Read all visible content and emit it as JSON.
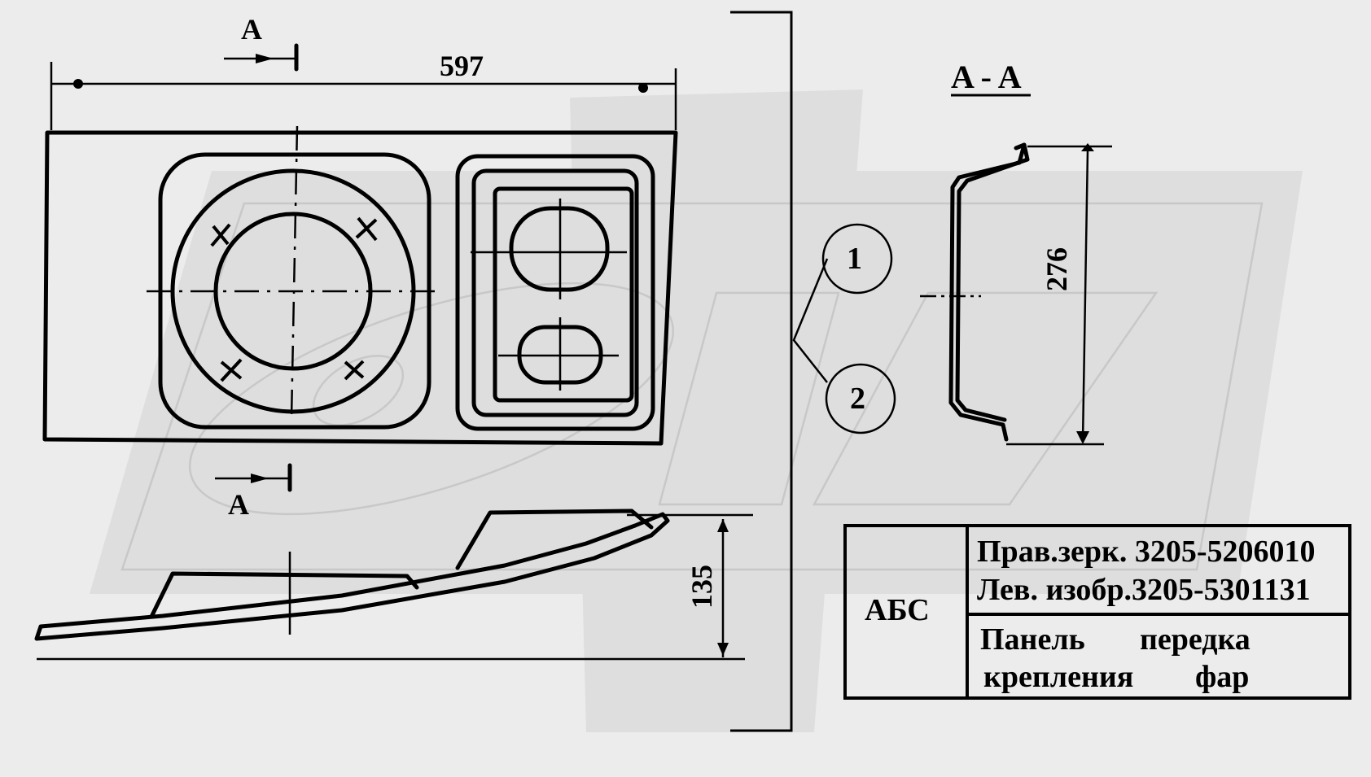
{
  "section_marks": {
    "top": "A",
    "bottom": "A",
    "section_title": "A - A"
  },
  "dimensions": {
    "width": "597",
    "depth": "135",
    "section_height": "276"
  },
  "callouts": {
    "one": "1",
    "two": "2"
  },
  "title_block": {
    "code": "АБС",
    "line1": "Прав.зерк. 3205-5206010",
    "line2": "Лев. изобр.3205-5301131",
    "name_word1": "Панель",
    "name_word2": "передка",
    "name_word3": "крепления",
    "name_word4": "фар"
  }
}
